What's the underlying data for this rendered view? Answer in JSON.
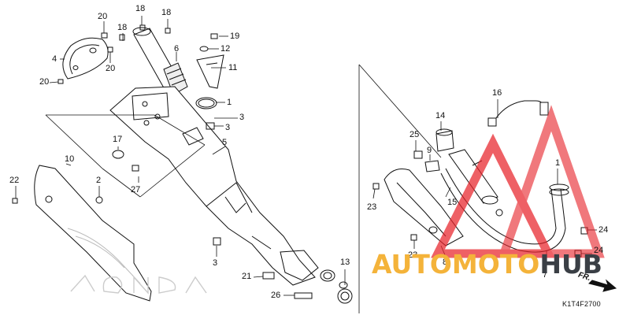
{
  "diagram": {
    "part_code": "K1T4F2700",
    "forward_label": "FR.",
    "callouts": [
      {
        "id": "c20a",
        "text": "20"
      },
      {
        "id": "c18a",
        "text": "18"
      },
      {
        "id": "c18b",
        "text": "18"
      },
      {
        "id": "c18c",
        "text": "18"
      },
      {
        "id": "c19",
        "text": "19"
      },
      {
        "id": "c4",
        "text": "4"
      },
      {
        "id": "c20b",
        "text": "20"
      },
      {
        "id": "c20c",
        "text": "20"
      },
      {
        "id": "c6",
        "text": "6"
      },
      {
        "id": "c12",
        "text": "12"
      },
      {
        "id": "c11",
        "text": "11"
      },
      {
        "id": "c1a",
        "text": "1"
      },
      {
        "id": "c3a",
        "text": "3"
      },
      {
        "id": "c3b",
        "text": "3"
      },
      {
        "id": "c5",
        "text": "5"
      },
      {
        "id": "c17",
        "text": "17"
      },
      {
        "id": "c10",
        "text": "10"
      },
      {
        "id": "c2",
        "text": "2"
      },
      {
        "id": "c22",
        "text": "22"
      },
      {
        "id": "c27",
        "text": "27"
      },
      {
        "id": "c3c",
        "text": "3"
      },
      {
        "id": "c13",
        "text": "13"
      },
      {
        "id": "c21",
        "text": "21"
      },
      {
        "id": "c26",
        "text": "26"
      },
      {
        "id": "c16",
        "text": "16"
      },
      {
        "id": "c14",
        "text": "14"
      },
      {
        "id": "c25",
        "text": "25"
      },
      {
        "id": "c9",
        "text": "9"
      },
      {
        "id": "c1b",
        "text": "1"
      },
      {
        "id": "c15",
        "text": "15"
      },
      {
        "id": "c23a",
        "text": "23"
      },
      {
        "id": "c23b",
        "text": "23"
      },
      {
        "id": "c8",
        "text": "8"
      },
      {
        "id": "c24a",
        "text": "24"
      },
      {
        "id": "c24b",
        "text": "24"
      },
      {
        "id": "c7",
        "text": "7"
      }
    ]
  },
  "watermark": {
    "text_part1": "AUTOMOTO",
    "text_part2": "HUB",
    "triangle_color": "#e8232a",
    "accent_color": "#f4b33a",
    "dark_color": "#3a3f45"
  }
}
